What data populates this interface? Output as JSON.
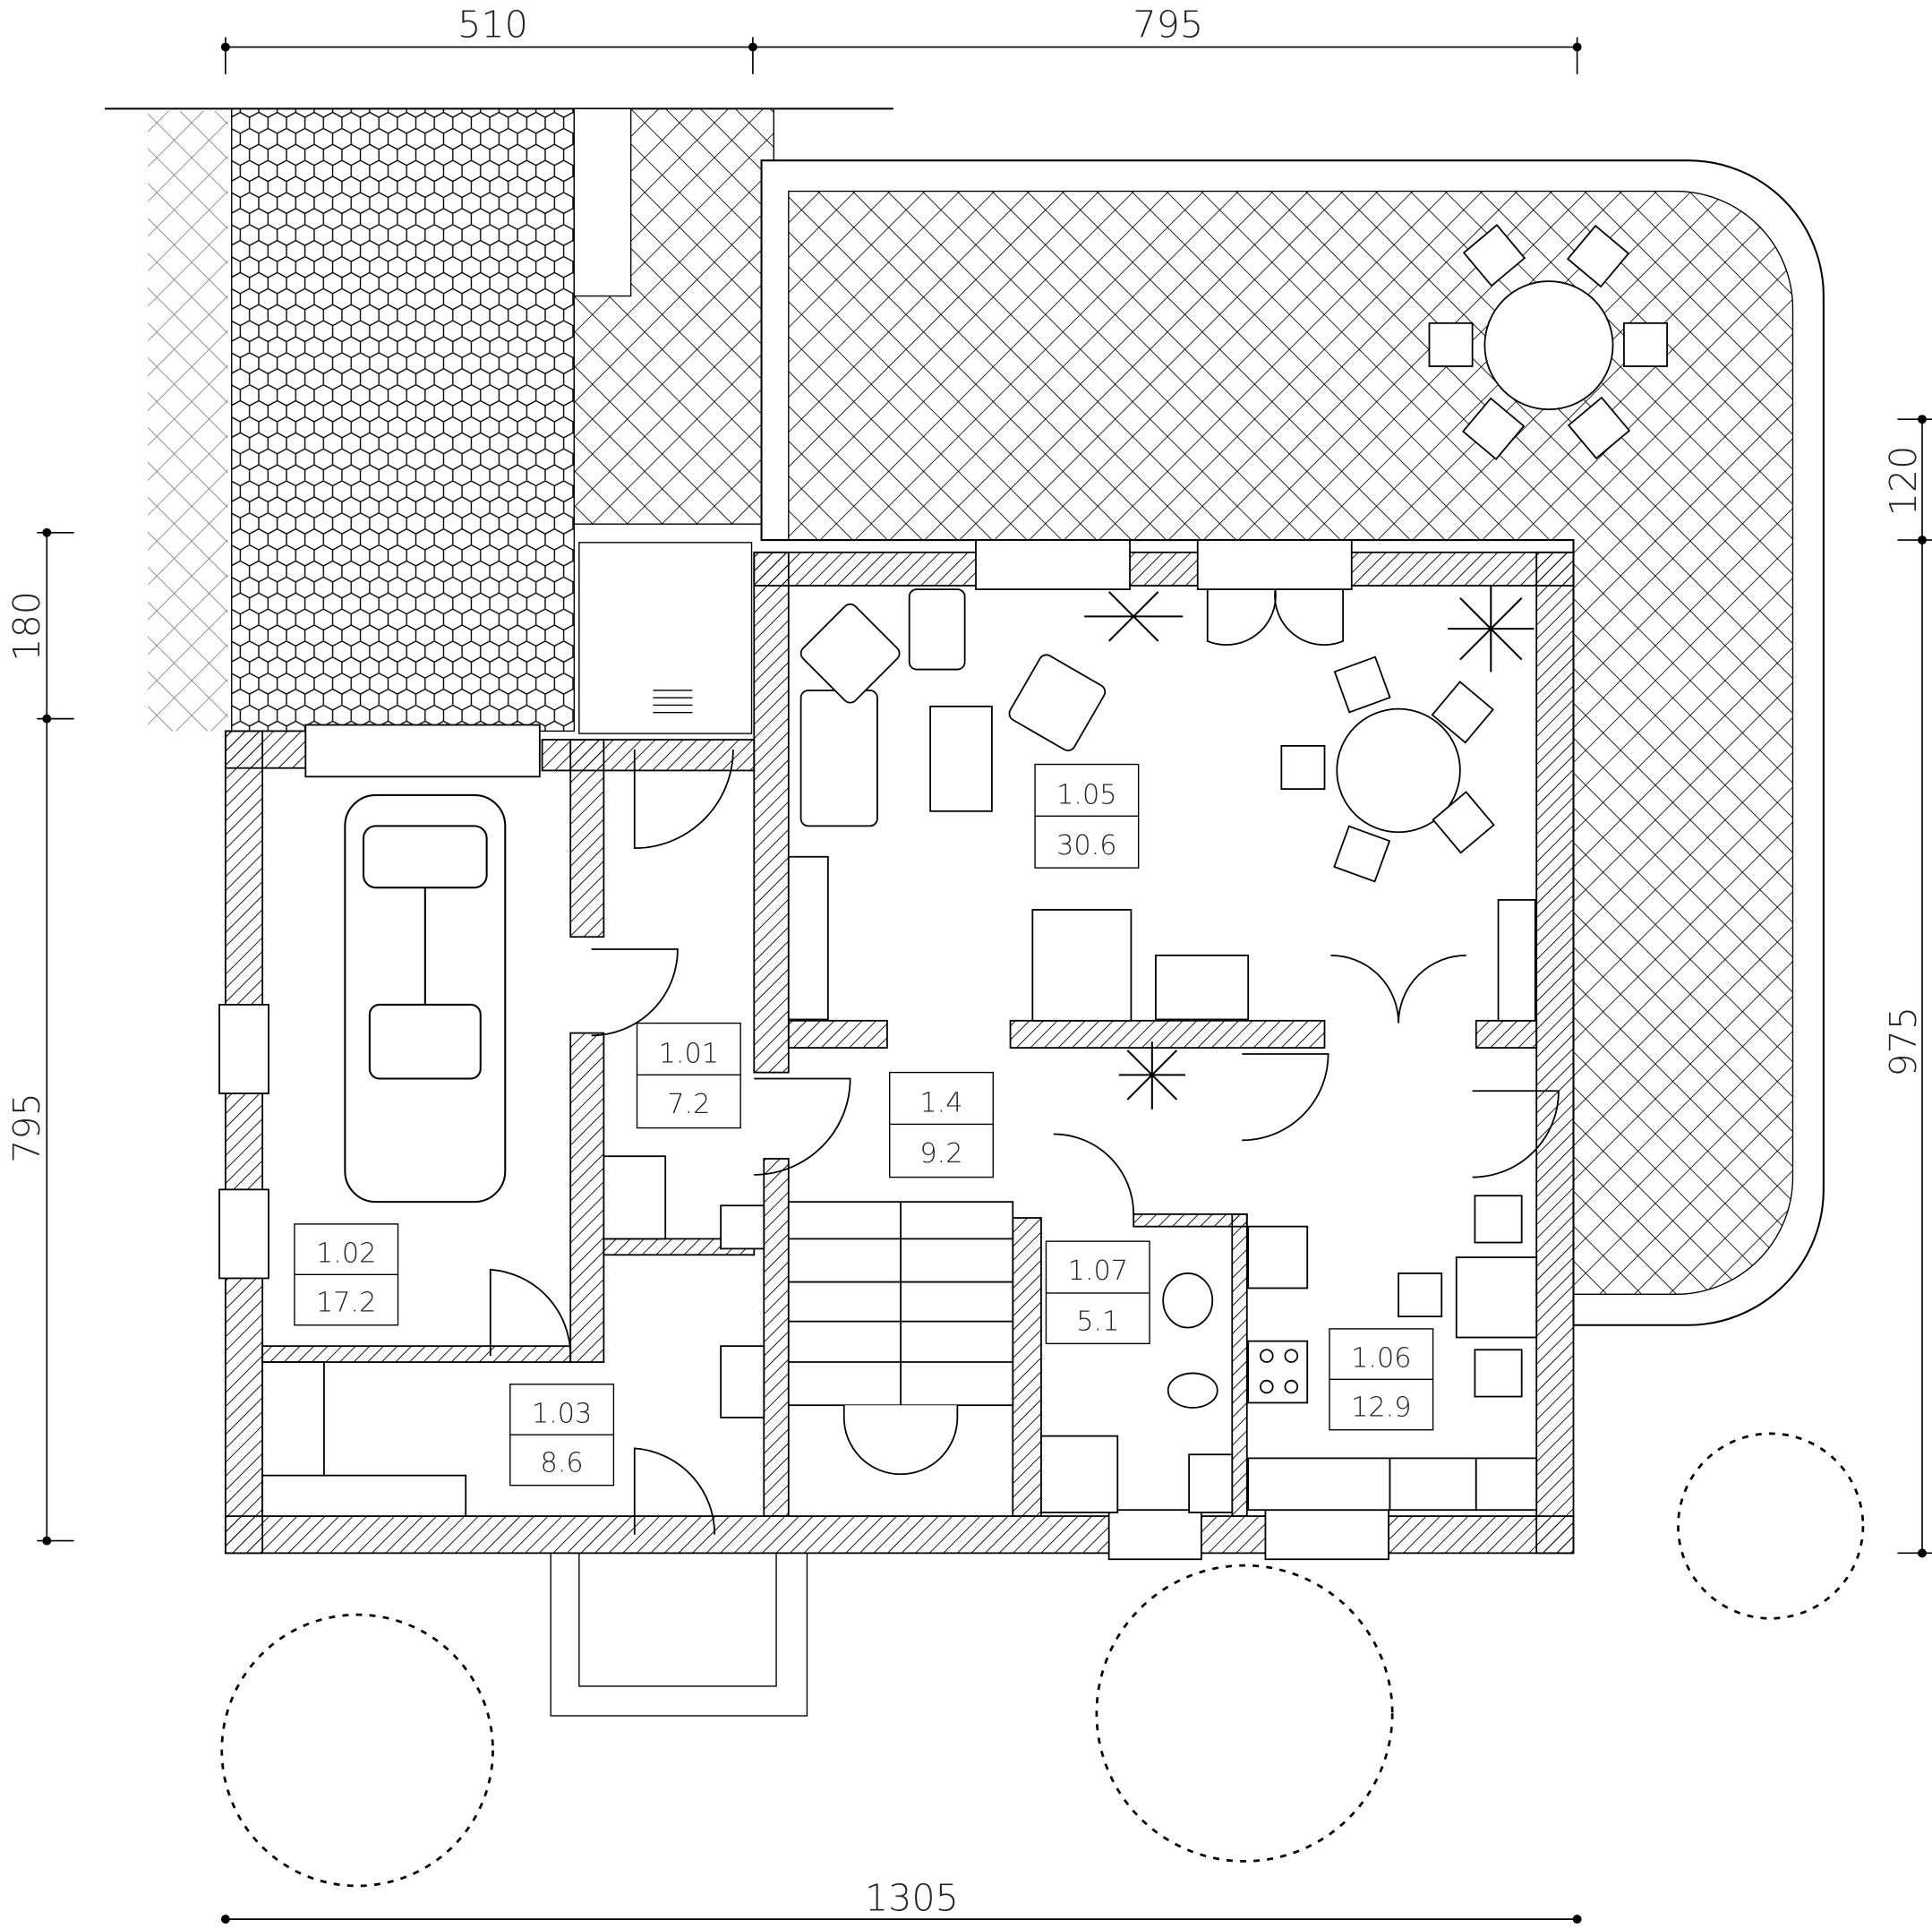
{
  "dimensions": {
    "top": [
      "510",
      "795"
    ],
    "bottom": "1305",
    "left": [
      "180",
      "795"
    ],
    "right": [
      "120",
      "975"
    ]
  },
  "rooms": [
    {
      "id": "1.01",
      "area": "7.2"
    },
    {
      "id": "1.02",
      "area": "17.2"
    },
    {
      "id": "1.03",
      "area": "8.6"
    },
    {
      "id": "1.05",
      "area": "30.6"
    },
    {
      "id": "1.4",
      "area": "9.2"
    },
    {
      "id": "1.07",
      "area": "5.1"
    },
    {
      "id": "1.06",
      "area": "12.9"
    }
  ]
}
